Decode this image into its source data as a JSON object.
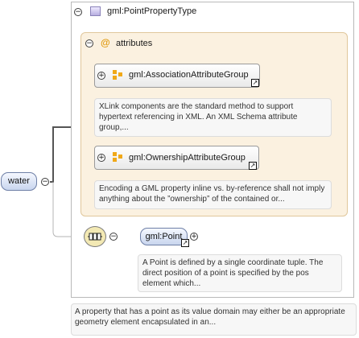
{
  "root_element": {
    "label": "water"
  },
  "complex_type": {
    "title": "gml:PointPropertyType"
  },
  "attributes": {
    "icon": "at-sign-icon",
    "title": "attributes",
    "groups": [
      {
        "label": "gml:AssociationAttributeGroup",
        "description": "XLink components are the standard method to support hypertext referencing in XML. An XML Schema attribute group,..."
      },
      {
        "label": "gml:OwnershipAttributeGroup",
        "description": "Encoding a GML property inline vs. by-reference shall not imply anything about the ”ownership” of the contained or..."
      }
    ]
  },
  "sequence": {
    "icon": "sequence-compositor-icon"
  },
  "child_element": {
    "label": "gml:Point",
    "description": "A Point is defined by a single coordinate tuple. The direct position of a point is specified by the pos element which..."
  },
  "type_description": "A property that has a point as its value domain may either be an appropriate geometry element encapsulated in an...",
  "colors": {
    "element_fill": "#c8d5ee",
    "attribute_panel": "#fbf1e0",
    "group_icon": "#f0a818",
    "sequence_fill": "#f3e9b4"
  }
}
